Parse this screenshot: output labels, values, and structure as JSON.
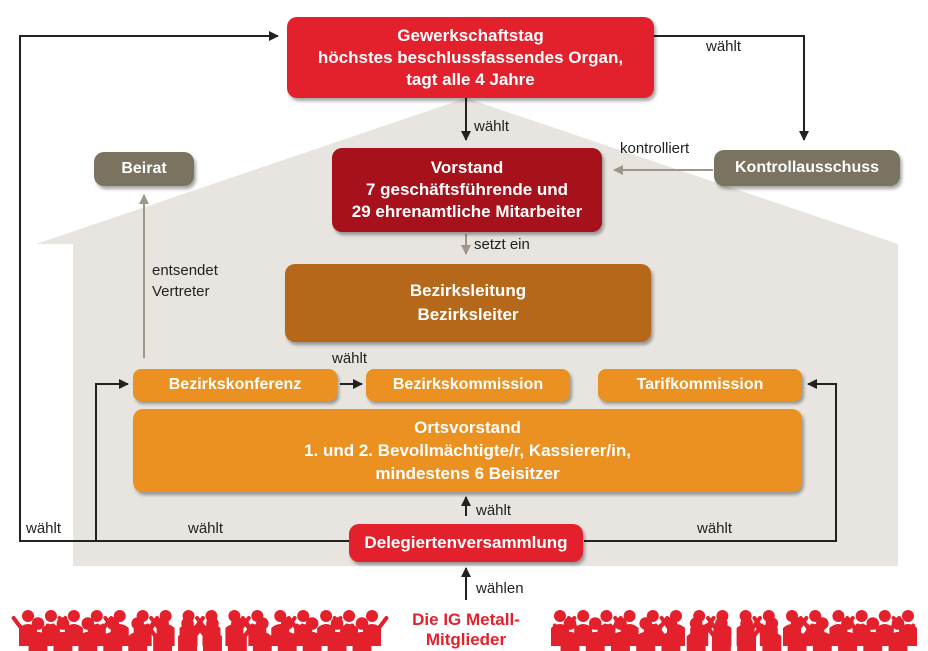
{
  "boxes": {
    "gewerkschaftstag": {
      "line1": "Gewerkschaftstag",
      "line2": "höchstes beschlussfassendes Organ,",
      "line3": "tagt alle 4 Jahre"
    },
    "vorstand": {
      "line1": "Vorstand",
      "line2": "7 geschäftsführende und",
      "line3": "29 ehrenamtliche Mitarbeiter"
    },
    "beirat": {
      "label": "Beirat"
    },
    "kontrollausschuss": {
      "label": "Kontrollausschuss"
    },
    "bezirksleitung": {
      "line1": "Bezirksleitung",
      "line2": "Bezirksleiter"
    },
    "bezirkskonferenz": {
      "label": "Bezirkskonferenz"
    },
    "bezirkskommission": {
      "label": "Bezirkskommission"
    },
    "tarifkommission": {
      "label": "Tarifkommission"
    },
    "ortsvorstand": {
      "line1": "Ortsvorstand",
      "line2": "1. und 2. Bevollmächtigte/r, Kassierer/in,",
      "line3": "mindestens 6 Beisitzer"
    },
    "delegiertenversammlung": {
      "label": "Delegiertenversammlung"
    }
  },
  "edge_labels": {
    "waehlt_top_right": "wählt",
    "waehlt_to_vorstand": "wählt",
    "kontrolliert": "kontrolliert",
    "setzt_ein": "setzt ein",
    "entsendet_line1": "entsendet",
    "entsendet_line2": "Vertreter",
    "waehlt_konferenz_kommission": "wählt",
    "waehlt_to_ortsvorstand": "wählt",
    "waehlt_far_left": "wählt",
    "waehlt_left": "wählt",
    "waehlt_right": "wählt",
    "waehlen": "wählen"
  },
  "members": {
    "line1": "Die IG Metall-",
    "line2": "Mitglieder"
  },
  "colors": {
    "red": "#e3212d",
    "dark_red": "#a6111b",
    "brown": "#b5681a",
    "orange": "#ea9122",
    "gray_box": "#7a7360",
    "house": "#e8e5e0",
    "arrow_gray": "#9e9688"
  }
}
